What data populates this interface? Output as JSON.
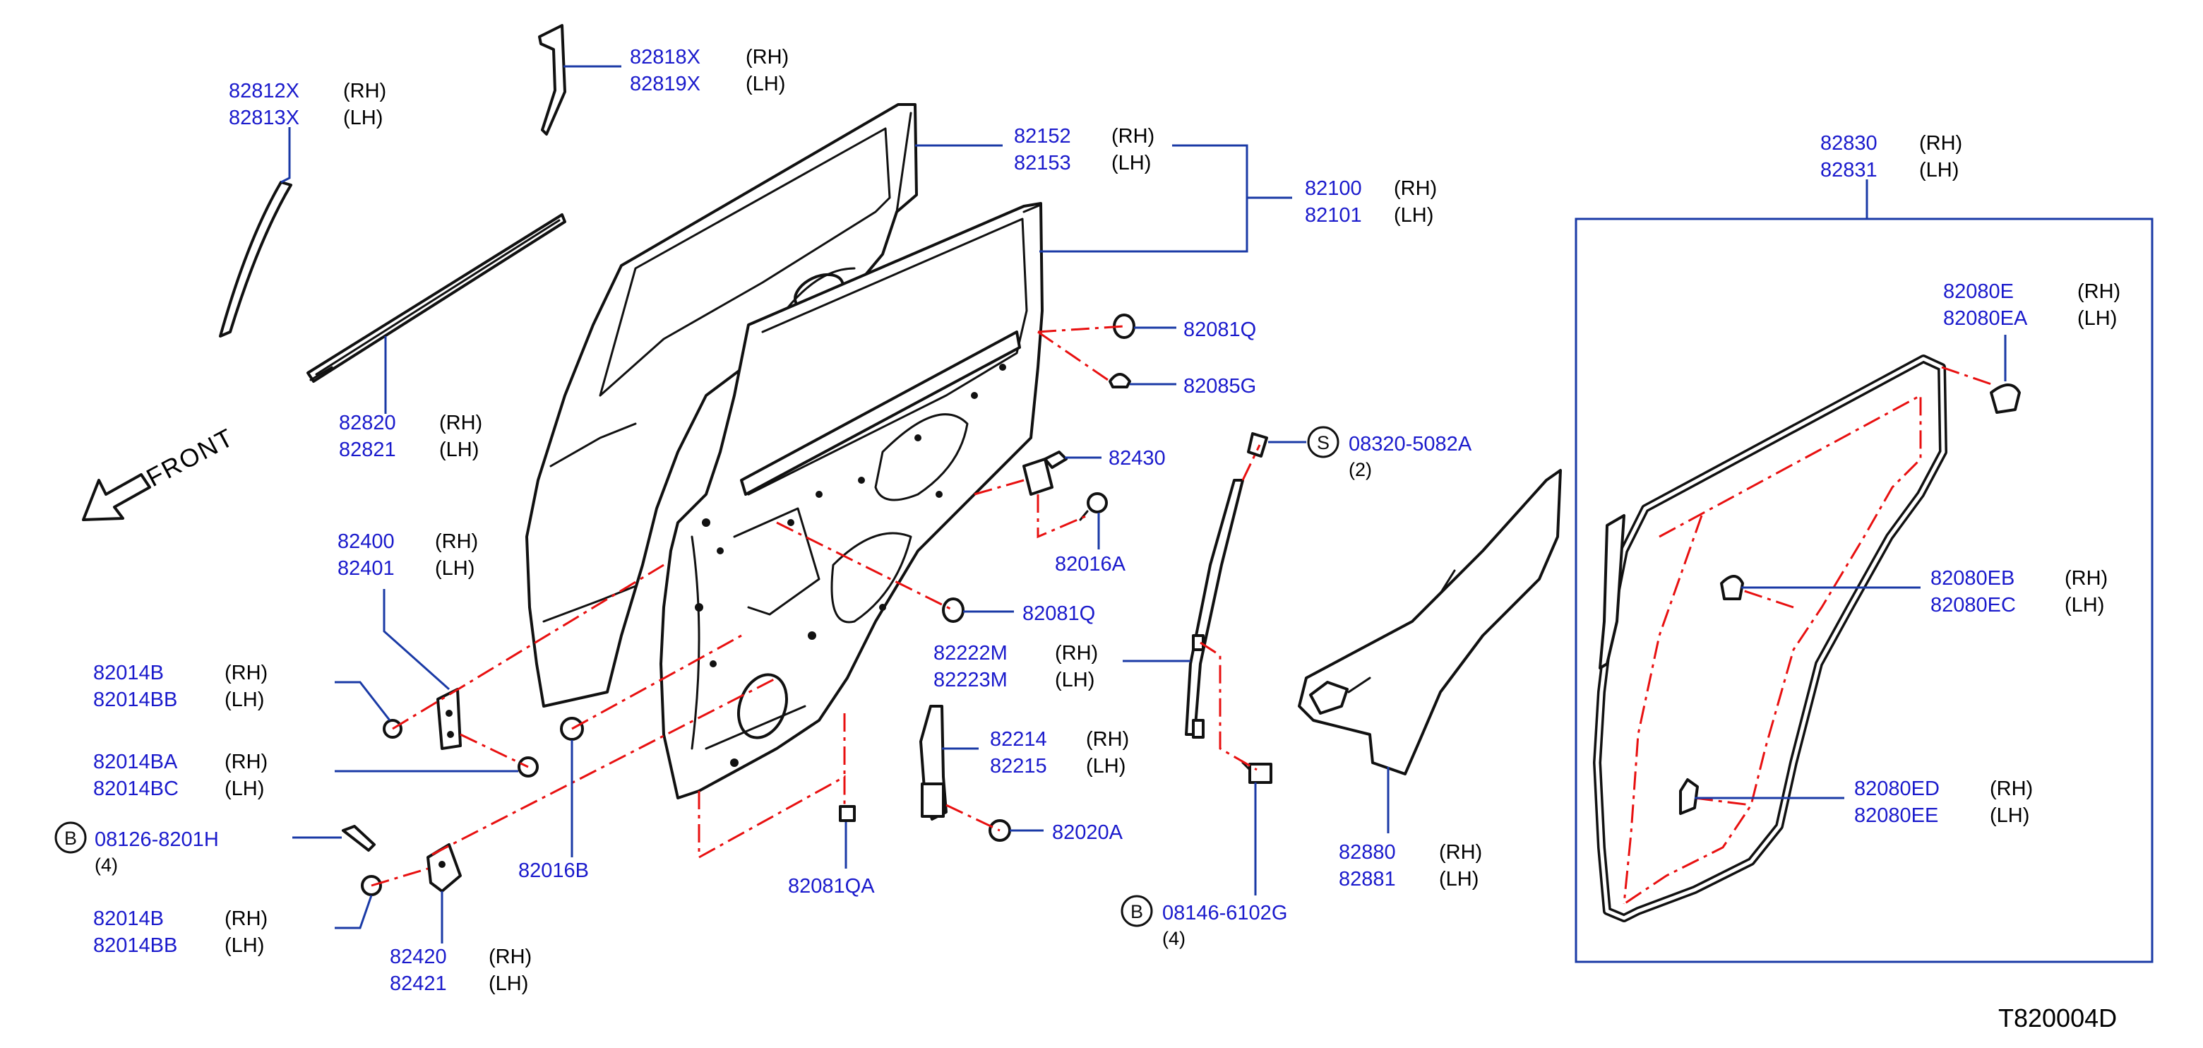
{
  "callouts": [
    {
      "id": "82812",
      "pn": "82812X",
      "side": "(RH)"
    },
    {
      "id": "82813",
      "pn": "82813X",
      "side": "(LH)"
    },
    {
      "id": "82818",
      "pn": "82818X",
      "side": "(RH)"
    },
    {
      "id": "82819",
      "pn": "82819X",
      "side": "(LH)"
    },
    {
      "id": "82152",
      "pn": "82152",
      "side": "(RH)"
    },
    {
      "id": "82153",
      "pn": "82153",
      "side": "(LH)"
    },
    {
      "id": "82100",
      "pn": "82100",
      "side": "(RH)"
    },
    {
      "id": "82101",
      "pn": "82101",
      "side": "(LH)"
    },
    {
      "id": "82820",
      "pn": "82820",
      "side": "(RH)"
    },
    {
      "id": "82821",
      "pn": "82821",
      "side": "(LH)"
    },
    {
      "id": "82081Q1",
      "pn": "82081Q",
      "side": ""
    },
    {
      "id": "82085G",
      "pn": "82085G",
      "side": ""
    },
    {
      "id": "82430",
      "pn": "82430",
      "side": ""
    },
    {
      "id": "82016A",
      "pn": "82016A",
      "side": ""
    },
    {
      "id": "82400",
      "pn": "82400",
      "side": "(RH)"
    },
    {
      "id": "82401",
      "pn": "82401",
      "side": "(LH)"
    },
    {
      "id": "82081Q2",
      "pn": "82081Q",
      "side": ""
    },
    {
      "id": "82014B1",
      "pn": "82014B",
      "side": "(RH)"
    },
    {
      "id": "82014BB1",
      "pn": "82014BB",
      "side": "(LH)"
    },
    {
      "id": "82014BA",
      "pn": "82014BA",
      "side": "(RH)"
    },
    {
      "id": "82014BC",
      "pn": "82014BC",
      "side": "(LH)"
    },
    {
      "id": "08126",
      "pn": "08126-8201H",
      "side": "",
      "circle": "B",
      "count": "(4)"
    },
    {
      "id": "82014B2",
      "pn": "82014B",
      "side": "(RH)"
    },
    {
      "id": "82014BB2",
      "pn": "82014BB",
      "side": "(LH)"
    },
    {
      "id": "82016B",
      "pn": "82016B",
      "side": ""
    },
    {
      "id": "82420",
      "pn": "82420",
      "side": "(RH)"
    },
    {
      "id": "82421",
      "pn": "82421",
      "side": "(LH)"
    },
    {
      "id": "82081QA",
      "pn": "82081QA",
      "side": ""
    },
    {
      "id": "82214",
      "pn": "82214",
      "side": "(RH)"
    },
    {
      "id": "82215",
      "pn": "82215",
      "side": "(LH)"
    },
    {
      "id": "82020A",
      "pn": "82020A",
      "side": ""
    },
    {
      "id": "82222M",
      "pn": "82222M",
      "side": "(RH)"
    },
    {
      "id": "82223M",
      "pn": "82223M",
      "side": "(LH)"
    },
    {
      "id": "08320",
      "pn": "08320-5082A",
      "side": "",
      "circle": "S",
      "count": "(2)"
    },
    {
      "id": "08146",
      "pn": "08146-6102G",
      "side": "",
      "circle": "B",
      "count": "(4)"
    },
    {
      "id": "82880",
      "pn": "82880",
      "side": "(RH)"
    },
    {
      "id": "82881",
      "pn": "82881",
      "side": "(LH)"
    },
    {
      "id": "82830",
      "pn": "82830",
      "side": "(RH)"
    },
    {
      "id": "82831",
      "pn": "82831",
      "side": "(LH)"
    },
    {
      "id": "82080E",
      "pn": "82080E",
      "side": "(RH)"
    },
    {
      "id": "82080EA",
      "pn": "82080EA",
      "side": "(LH)"
    },
    {
      "id": "82080EB",
      "pn": "82080EB",
      "side": "(RH)"
    },
    {
      "id": "82080EC",
      "pn": "82080EC",
      "side": "(LH)"
    },
    {
      "id": "82080ED",
      "pn": "82080ED",
      "side": "(RH)"
    },
    {
      "id": "82080EE",
      "pn": "82080EE",
      "side": "(LH)"
    }
  ],
  "front_label": "FRONT",
  "diagram_code": "T820004D",
  "colors": {
    "part_number": "#1a1acc",
    "leader": "#1a3aa6",
    "dash": "#e81010",
    "outline": "#111111"
  }
}
